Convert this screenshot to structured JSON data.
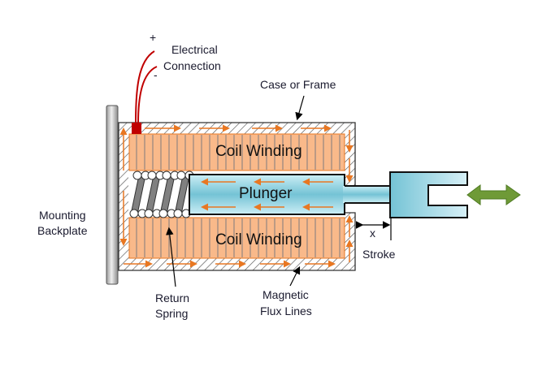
{
  "title": "Solenoid Construction",
  "labels": {
    "electrical_connection_line1": "Electrical",
    "electrical_connection_line2": "Connection",
    "plus_sign": "+",
    "minus_sign": "-",
    "case_or_frame": "Case or Frame",
    "coil_winding_top": "Coil Winding",
    "coil_winding_bottom": "Coil Winding",
    "plunger": "Plunger",
    "mounting_line1": "Mounting",
    "mounting_line2": "Backplate",
    "return_spring_line1": "Return",
    "return_spring_line2": "Spring",
    "flux_line1": "Magnetic",
    "flux_line2": "Flux Lines",
    "stroke_variable": "x",
    "stroke": "Stroke"
  },
  "colors": {
    "coil_fill": "#f9b98a",
    "coil_stripe": "#9a8a80",
    "flux_arrow": "#e87722",
    "wire": "#c00000",
    "plunger_fill_light": "#d7f0f7",
    "plunger_fill_dark": "#74c3d5",
    "motion_arrow": "#6f9a37",
    "spring_coil": "#808080"
  },
  "icons": {
    "motion_arrow": "double-headed-arrow",
    "leader_arrow": "arrow-pointer"
  }
}
